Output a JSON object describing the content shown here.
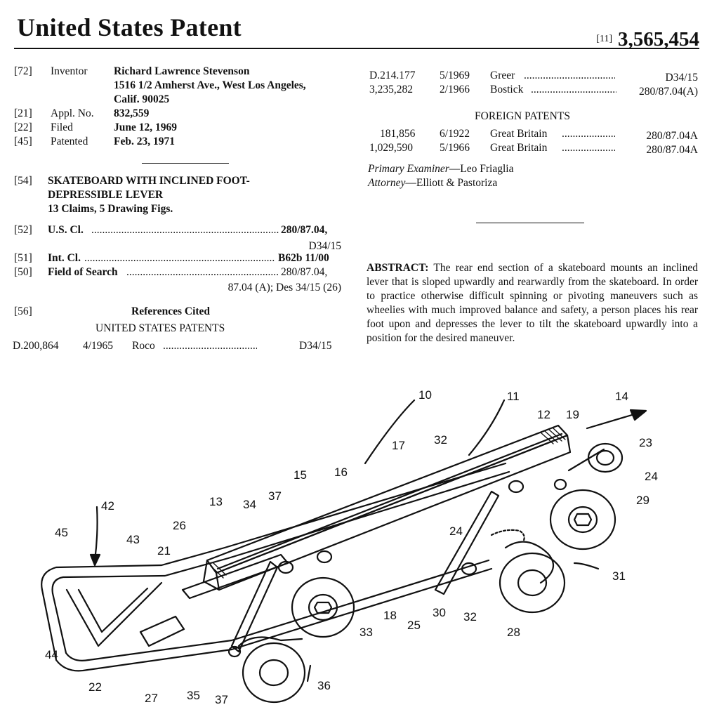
{
  "header": {
    "title": "United States Patent",
    "number_code": "[11]",
    "number": "3,565,454"
  },
  "biblio": {
    "inventor": {
      "code": "[72]",
      "label": "Inventor",
      "name": "Richard Lawrence Stevenson",
      "addr1": "1516 1/2 Amherst Ave., West Los Angeles,",
      "addr2": "Calif. 90025"
    },
    "appl": {
      "code": "[21]",
      "label": "Appl. No.",
      "value": "832,559"
    },
    "filed": {
      "code": "[22]",
      "label": "Filed",
      "value": "June 12, 1969"
    },
    "patented": {
      "code": "[45]",
      "label": "Patented",
      "value": "Feb. 23, 1971"
    }
  },
  "title_block": {
    "code": "[54]",
    "line1": "SKATEBOARD WITH INCLINED FOOT-",
    "line2": "DEPRESSIBLE LEVER",
    "claims": "13 Claims, 5 Drawing Figs."
  },
  "classes": {
    "us": {
      "code": "[52]",
      "label": "U.S. Cl.",
      "value1": "280/87.04,",
      "value2": "D34/15"
    },
    "int": {
      "code": "[51]",
      "label": "Int. Cl.",
      "value": "B62b 11/00"
    },
    "search": {
      "code": "[50]",
      "label": "Field of Search",
      "value1": "280/87.04,",
      "value2": "87.04 (A); Des 34/15 (26)"
    }
  },
  "references": {
    "code": "[56]",
    "heading": "References Cited",
    "us_heading": "UNITED STATES PATENTS",
    "us": [
      {
        "num": "D.200,864",
        "date": "4/1965",
        "name": "Roco",
        "cls": "D34/15"
      },
      {
        "num": "D.214.177",
        "date": "5/1969",
        "name": "Greer",
        "cls": "D34/15"
      },
      {
        "num": "3,235,282",
        "date": "2/1966",
        "name": "Bostick",
        "cls": "280/87.04(A)"
      }
    ],
    "foreign_heading": "FOREIGN PATENTS",
    "foreign": [
      {
        "num": "181,856",
        "date": "6/1922",
        "name": "Great Britain",
        "cls": "280/87.04A"
      },
      {
        "num": "1,029,590",
        "date": "5/1966",
        "name": "Great Britain",
        "cls": "280/87.04A"
      }
    ]
  },
  "examiners": {
    "primary_label": "Primary Examiner",
    "primary": "—Leo Friaglia",
    "attorney_label": "Attorney",
    "attorney": "—Elliott & Pastoriza"
  },
  "abstract": {
    "label": "ABSTRACT:",
    "text": "The rear end section of a skateboard mounts an inclined lever that is sloped upwardly and rearwardly from the skateboard. In order to practice otherwise difficult spinning or pivoting maneuvers such as wheelies with much improved balance and safety, a person places his rear foot upon and depresses the lever to tilt the skateboard upwardly into a position for the desired maneuver."
  },
  "drawing": {
    "labels": [
      "10",
      "11",
      "12",
      "14",
      "19",
      "23",
      "24",
      "29",
      "31",
      "32",
      "17",
      "16",
      "15",
      "13",
      "34",
      "37",
      "26",
      "42",
      "43",
      "45",
      "21",
      "24",
      "44",
      "22",
      "27",
      "35",
      "37",
      "36",
      "33",
      "18",
      "25",
      "30",
      "32",
      "28"
    ]
  }
}
